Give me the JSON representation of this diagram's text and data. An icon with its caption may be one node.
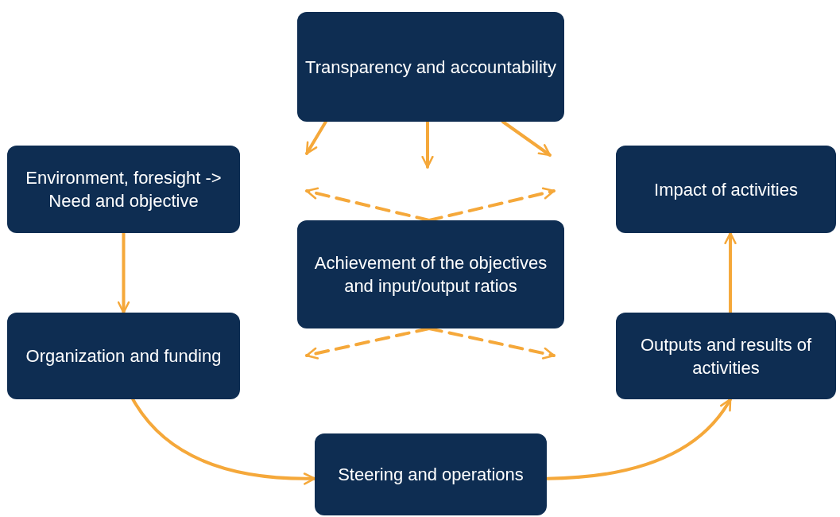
{
  "diagram": {
    "nodes": [
      {
        "text": [
          "Transparency and accountability"
        ]
      },
      {
        "text": [
          "Environment, foresight -> Need and objective"
        ]
      },
      {
        "text": [
          "Impact of activities"
        ]
      },
      {
        "text": [
          "Achievement of the objectives and input/output ratios"
        ]
      },
      {
        "text": [
          "Organization and funding"
        ]
      },
      {
        "text": [
          "Outputs and results of activities"
        ]
      },
      {
        "text": [
          "Steering and operations"
        ]
      }
    ],
    "edges": [
      {
        "from": 0,
        "to": null,
        "arrow": "to"
      },
      {
        "from": 0,
        "to": null,
        "arrow": "to"
      },
      {
        "from": 0,
        "to": null,
        "arrow": "to"
      },
      {
        "from": 3,
        "to": null,
        "arrow": "to",
        "style": "dashed"
      },
      {
        "from": 3,
        "to": null,
        "arrow": "to",
        "style": "dashed"
      },
      {
        "from": 3,
        "to": null,
        "arrow": "to",
        "style": "dashed"
      },
      {
        "from": 3,
        "to": null,
        "arrow": "to",
        "style": "dashed"
      },
      {
        "from": 1,
        "to": 4,
        "arrow": "to"
      },
      {
        "from": 4,
        "to": 6,
        "arrow": "to"
      },
      {
        "from": 6,
        "to": 5,
        "arrow": "to"
      },
      {
        "from": 5,
        "to": 2,
        "arrow": "to"
      }
    ]
  }
}
